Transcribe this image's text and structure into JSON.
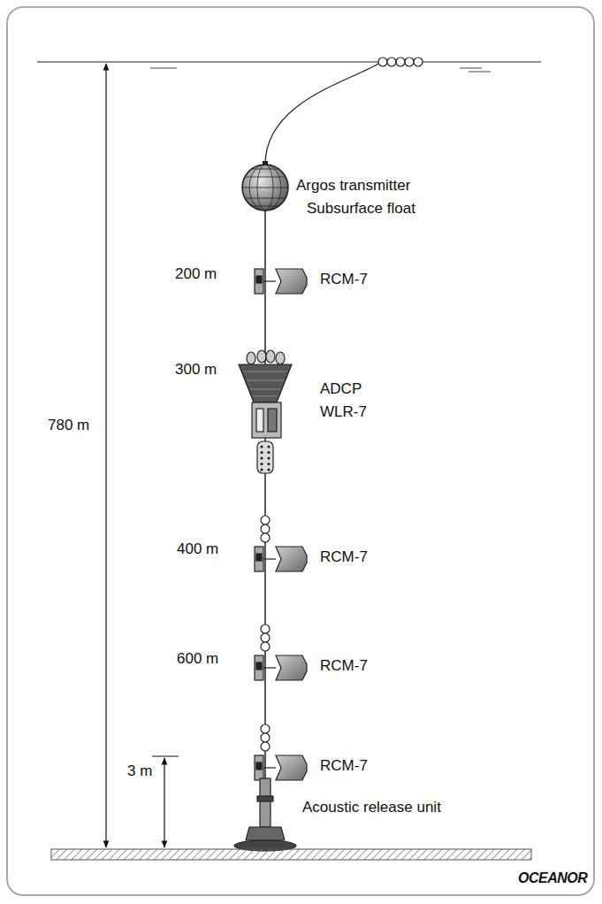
{
  "diagram": {
    "labels": [
      "Argos transmitter",
      "Subsurface float",
      "200 m",
      "RCM-7",
      "300 m",
      "ADCP",
      "WLR-7",
      "780 m",
      "400 m",
      "RCM-7",
      "600 m",
      "RCM-7",
      "3 m",
      "RCM-7",
      "Acoustic release unit",
      "OCEANOR"
    ]
  }
}
